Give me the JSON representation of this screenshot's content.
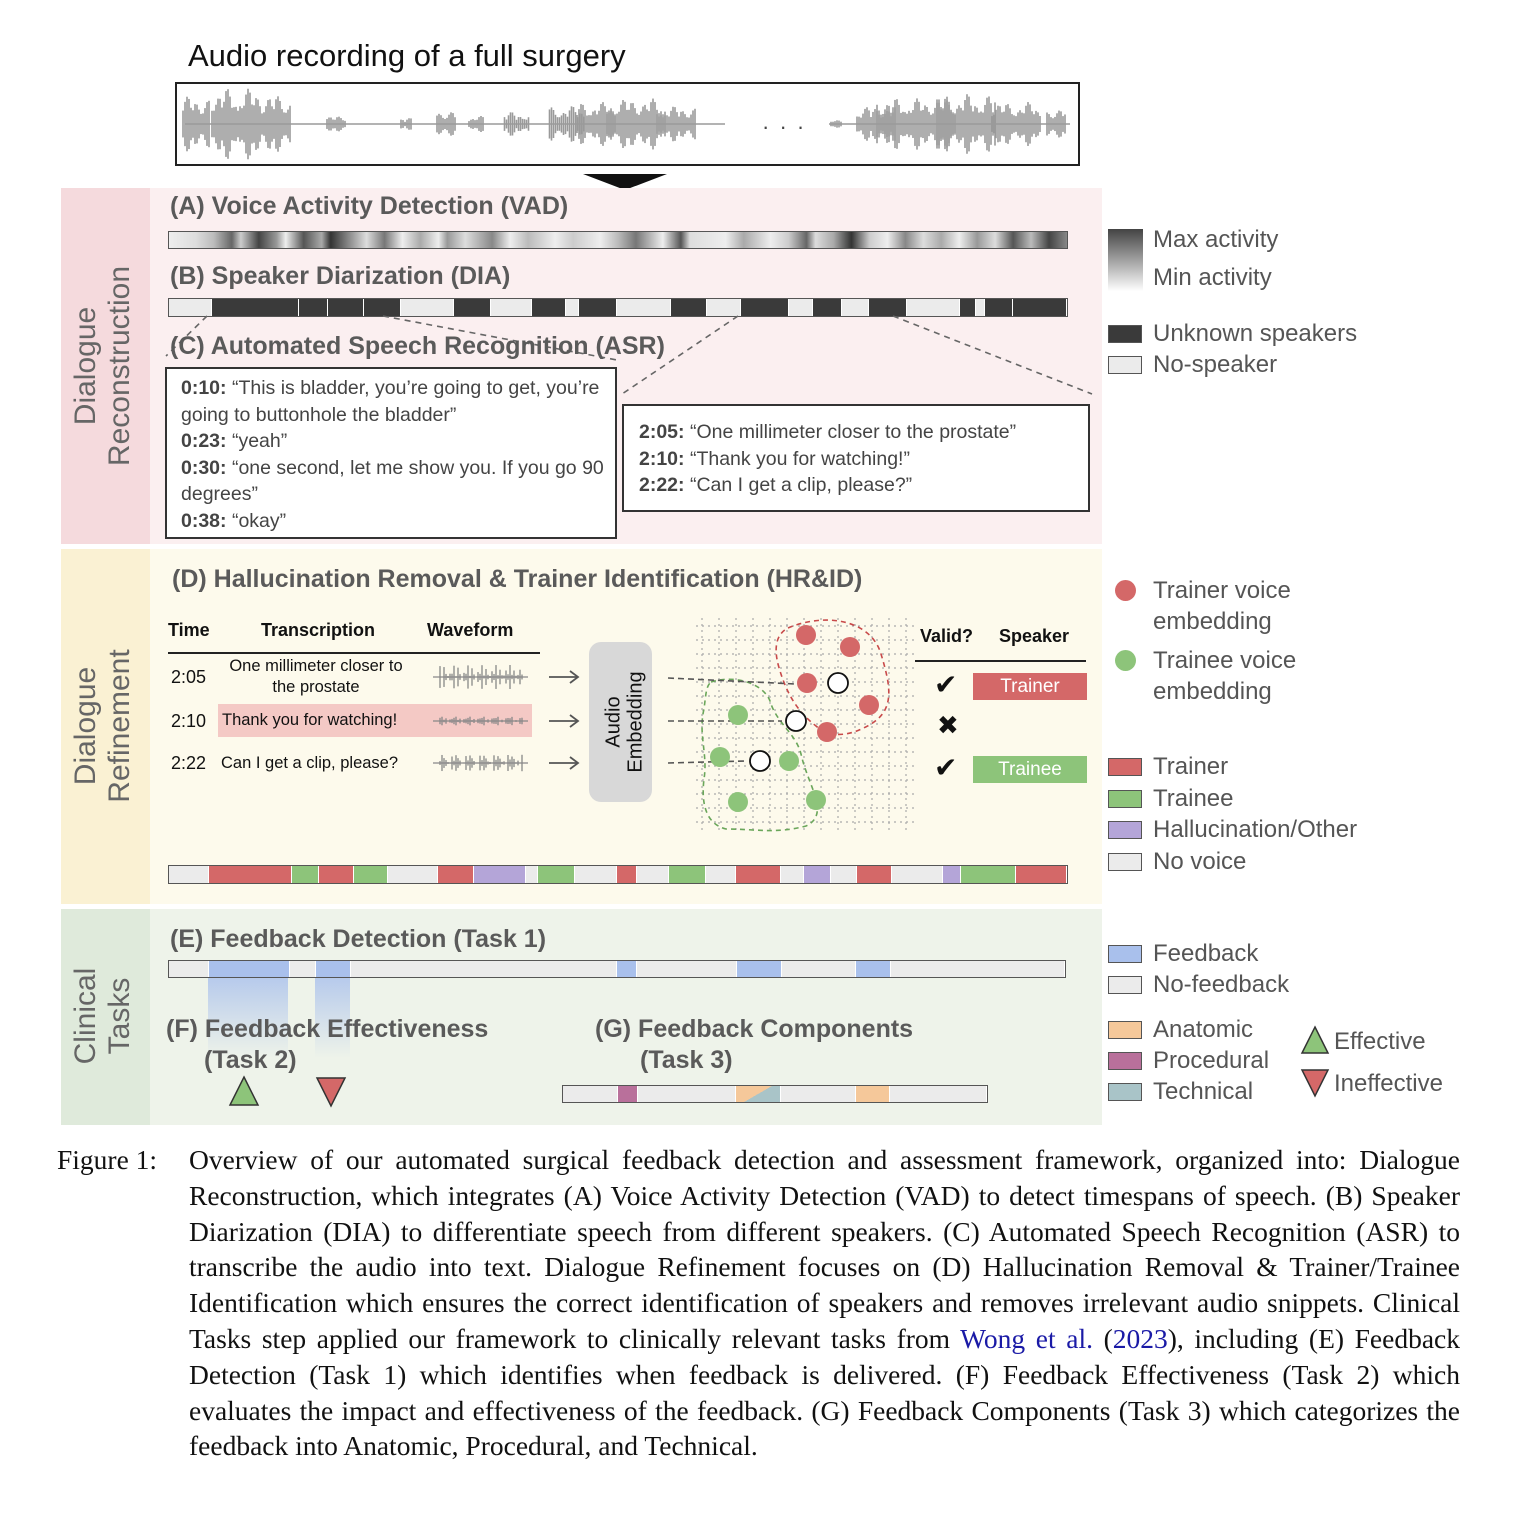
{
  "top_title": "Audio recording of a full surgery",
  "ellipsis": "· · ·",
  "sections": {
    "reconstruction": "Dialogue\nReconstruction",
    "refinement": "Dialogue\nRefinement",
    "clinical": "Clinical\nTasks"
  },
  "headings": {
    "A": "(A) Voice Activity Detection (VAD)",
    "B": "(B) Speaker Diarization (DIA)",
    "C": "(C) Automated Speech Recognition (ASR)",
    "D": "(D) Hallucination Removal & Trainer Identification (HR&ID)",
    "E": "(E) Feedback Detection (Task 1)",
    "F_line1": "(F) Feedback Effectiveness",
    "F_line2": "(Task 2)",
    "G_line1": "(G) Feedback Components",
    "G_line2": "(Task 3)"
  },
  "transcript_left": [
    {
      "time": "0:10:",
      "text": " “This is bladder, you’re going to get, you’re going to buttonhole the bladder”"
    },
    {
      "time": "0:23:",
      "text": " “yeah”"
    },
    {
      "time": "0:30:",
      "text": " “one second, let me show you. If you go 90 degrees”"
    },
    {
      "time": "0:38:",
      "text": " “okay”"
    }
  ],
  "transcript_right": [
    {
      "time": "2:05:",
      "text": " “One millimeter closer to the prostate”"
    },
    {
      "time": "2:10:",
      "text": " “Thank you for watching!”"
    },
    {
      "time": "2:22:",
      "text": " “Can I get a clip, please?”"
    }
  ],
  "hrid_table": {
    "headers": {
      "time": "Time",
      "transcription": "Transcription",
      "waveform": "Waveform",
      "valid": "Valid?",
      "speaker": "Speaker"
    },
    "rows": [
      {
        "time": "2:05",
        "text": "One millimeter closer to the prostate",
        "valid": "✔",
        "speaker": "Trainer"
      },
      {
        "time": "2:10",
        "text": "Thank you for watching!",
        "valid": "✖",
        "speaker": ""
      },
      {
        "time": "2:22",
        "text": "Can I get a clip, please?",
        "valid": "✔",
        "speaker": "Trainee"
      }
    ],
    "embedding_box": "Audio\nEmbedding"
  },
  "legends": {
    "vad_max": "Max activity",
    "vad_min": "Min activity",
    "unknown": "Unknown speakers",
    "no_speaker": "No-speaker",
    "trainer_emb": "Trainer voice\nembedding",
    "trainee_emb": "Trainee voice\nembedding",
    "trainer": "Trainer",
    "trainee": "Trainee",
    "halluc": "Hallucination/Other",
    "no_voice": "No voice",
    "feedback": "Feedback",
    "no_feedback": "No-feedback",
    "anatomic": "Anatomic",
    "procedural": "Procedural",
    "technical": "Technical",
    "effective": "Effective",
    "ineffective": "Ineffective"
  },
  "colors": {
    "trainer": "#d46868",
    "trainee": "#8dc47a",
    "halluc": "#b4a5d8",
    "none": "#ebebeb",
    "dark": "#3a3a3a",
    "feedback": "#a9c0ec",
    "anatomic": "#f5c89a",
    "procedural": "#b9709b",
    "technical": "#a9c4c8",
    "recon_bg": "#fbeff0",
    "recon_side": "#f5dadd",
    "refine_bg": "#fdfaec",
    "refine_side": "#faf1d3",
    "clinical_bg": "#eef3ea",
    "clinical_side": "#dfeadb"
  },
  "caption": {
    "label": "Figure 1:",
    "text_before": "Overview of our automated surgical feedback detection and assessment framework, organized into: Dialogue Reconstruction, which integrates (A) Voice Activity Detection (VAD) to detect timespans of speech.  (B) Speaker Diarization (DIA) to differentiate speech from different speakers.  (C) Automated Speech Recognition (ASR) to transcribe the audio into text.  Dialogue Refinement focuses on (D) Hallucination Removal & Trainer/Trainee Identification which ensures the correct identification of speakers and removes irrelevant audio snippets.  Clinical Tasks step applied our framework to clinically relevant tasks from ",
    "link_author": "Wong et al.",
    "link_year": "2023",
    "text_after": "), including (E) Feedback Detection (Task 1) which identifies when feedback is delivered.  (F) Feedback Effectiveness (Task 2) which evaluates the impact and effectiveness of the feedback.  (G) Feedback Components (Task 3) which categorizes the feedback into Anatomic, Procedural, and Technical."
  }
}
